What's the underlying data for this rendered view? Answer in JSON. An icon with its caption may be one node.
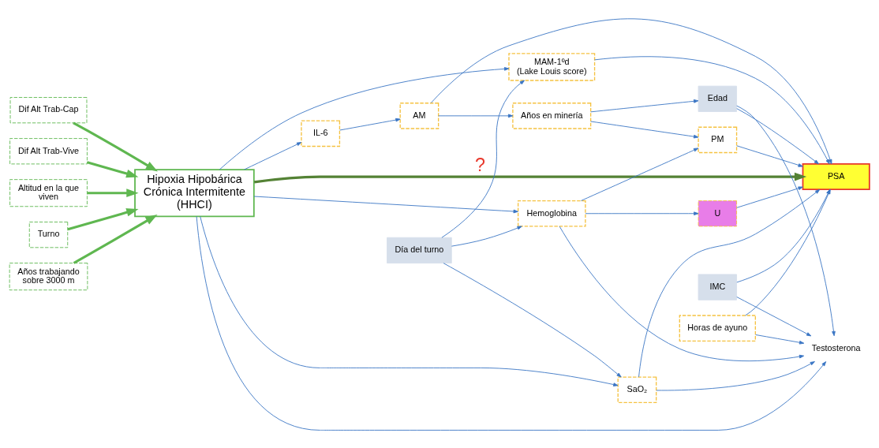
{
  "diagram": {
    "nodes": [
      {
        "text": [
          "Dif Alt Trab-Cap"
        ]
      },
      {
        "text": [
          "Dif Alt Trab-Vive"
        ]
      },
      {
        "text": [
          "Altitud en la que viven"
        ]
      },
      {
        "text": [
          "Turno"
        ]
      },
      {
        "text": [
          "Años trabajando sobre 3000 m"
        ]
      },
      {
        "text": [
          "Hipoxia Hipobárica Crónica Intermitente (HHCI)"
        ]
      },
      {
        "text": [
          "PSA"
        ]
      },
      {
        "text": [
          "Testosterona"
        ]
      },
      {
        "text": [
          "Hemoglobina"
        ]
      },
      {
        "text": [
          "U"
        ]
      },
      {
        "text": [
          "SaO₂"
        ]
      },
      {
        "text": [
          "PM"
        ]
      },
      {
        "text": [
          "Edad"
        ]
      },
      {
        "text": [
          "MAM-1ºd",
          "(Lake Louis score)"
        ]
      },
      {
        "text": [
          "Horas de ayuno"
        ]
      },
      {
        "text": [
          "Día del turno"
        ]
      },
      {
        "text": [
          "Años en minería"
        ]
      },
      {
        "text": [
          "IL-6"
        ]
      },
      {
        "text": [
          "AM"
        ]
      },
      {
        "text": [
          "IMC"
        ]
      }
    ],
    "edges": [
      {
        "from": 0,
        "to": 5,
        "arrow": "to",
        "style": "thick",
        "color": "#5fb750"
      },
      {
        "from": 1,
        "to": 5,
        "arrow": "to",
        "style": "thick",
        "color": "#5fb750"
      },
      {
        "from": 2,
        "to": 5,
        "arrow": "to",
        "style": "thick",
        "color": "#5fb750"
      },
      {
        "from": 3,
        "to": 5,
        "arrow": "to",
        "style": "thick",
        "color": "#5fb750"
      },
      {
        "from": 4,
        "to": 5,
        "arrow": "to",
        "style": "thick",
        "color": "#5fb750"
      },
      {
        "from": 5,
        "to": 6,
        "arrow": "to",
        "label": "?",
        "style": "thick",
        "color": "#548235"
      },
      {
        "from": 5,
        "to": 8,
        "arrow": "to"
      },
      {
        "from": 5,
        "to": 7,
        "arrow": "to"
      },
      {
        "from": 5,
        "to": 10,
        "arrow": "to"
      },
      {
        "from": 5,
        "to": 13,
        "arrow": "to"
      },
      {
        "from": 5,
        "to": 17,
        "arrow": "to"
      },
      {
        "from": 8,
        "to": 7,
        "arrow": "to"
      },
      {
        "from": 8,
        "to": 9,
        "arrow": "to"
      },
      {
        "from": 8,
        "to": 11,
        "arrow": "to"
      },
      {
        "from": 10,
        "to": 6,
        "arrow": "to"
      },
      {
        "from": 10,
        "to": 7,
        "arrow": "to"
      },
      {
        "from": 9,
        "to": 6,
        "arrow": "to"
      },
      {
        "from": 11,
        "to": 6,
        "arrow": "to"
      },
      {
        "from": 13,
        "to": 6,
        "arrow": "to"
      },
      {
        "from": 14,
        "to": 6,
        "arrow": "to"
      },
      {
        "from": 14,
        "to": 7,
        "arrow": "to"
      },
      {
        "from": 12,
        "to": 6,
        "arrow": "to"
      },
      {
        "from": 12,
        "to": 7,
        "arrow": "to"
      },
      {
        "from": 19,
        "to": 6,
        "arrow": "to"
      },
      {
        "from": 19,
        "to": 7,
        "arrow": "to"
      },
      {
        "from": 18,
        "to": 6,
        "arrow": "to"
      },
      {
        "from": 18,
        "to": 16,
        "arrow": "to"
      },
      {
        "from": 17,
        "to": 18,
        "arrow": "to"
      },
      {
        "from": 16,
        "to": 11,
        "arrow": "to"
      },
      {
        "from": 16,
        "to": 12,
        "arrow": "to"
      },
      {
        "from": 15,
        "to": 8,
        "arrow": "to"
      },
      {
        "from": 15,
        "to": 10,
        "arrow": "to"
      },
      {
        "from": 15,
        "to": 13,
        "arrow": "to"
      }
    ]
  }
}
